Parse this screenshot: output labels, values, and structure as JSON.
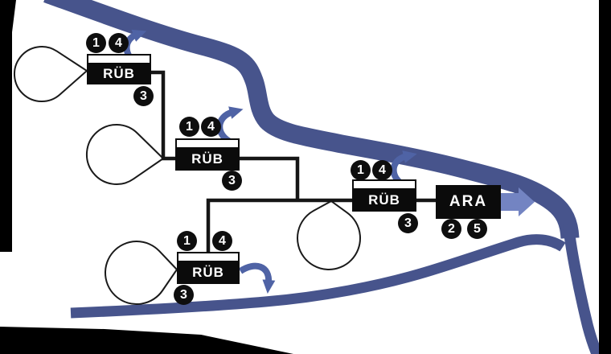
{
  "diagram": {
    "boxes": [
      {
        "id": "rueb-1",
        "label": "RÜB",
        "top_badges": [
          "1",
          "4"
        ],
        "bottom_badge": "3"
      },
      {
        "id": "rueb-2",
        "label": "RÜB",
        "top_badges": [
          "1",
          "4"
        ],
        "bottom_badge": "3"
      },
      {
        "id": "rueb-3",
        "label": "RÜB",
        "top_badges": [
          "1",
          "4"
        ],
        "bottom_badge": "3"
      },
      {
        "id": "rueb-4",
        "label": "RÜB",
        "top_badges": [
          "1",
          "4"
        ],
        "bottom_badge": "3"
      },
      {
        "id": "ara",
        "label": "ARA",
        "bottom_badges": [
          "2",
          "5"
        ]
      }
    ],
    "colors": {
      "river": "#47548c",
      "overflow_arrow": "#4f63a5",
      "effluent_arrow": "#7384c2",
      "sewer_line": "#161616",
      "frame": "#000000",
      "box_fill": "#0b0b0b",
      "box_text": "#ffffff"
    }
  }
}
